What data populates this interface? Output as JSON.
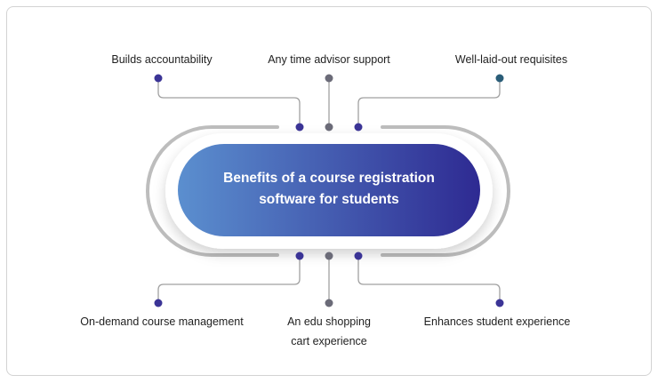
{
  "center": {
    "title_line1": "Benefits of a course registration",
    "title_line2": "software for students"
  },
  "benefits": {
    "top_left": "Builds accountability",
    "top_center": "Any time advisor support",
    "top_right": "Well-laid-out requisites",
    "bottom_left": "On-demand course management",
    "bottom_center_line1": "An edu shopping",
    "bottom_center_line2": "cart experience",
    "bottom_right": "Enhances student experience"
  },
  "colors": {
    "pill_gradient_start": "#5b8fcf",
    "pill_gradient_end": "#2e2a92",
    "dot_indigo": "#3b3496",
    "dot_gray": "#6b6b78",
    "dot_teal": "#2a5d78",
    "ring": "#bdbdbd",
    "connector": "#a0a0a0"
  }
}
